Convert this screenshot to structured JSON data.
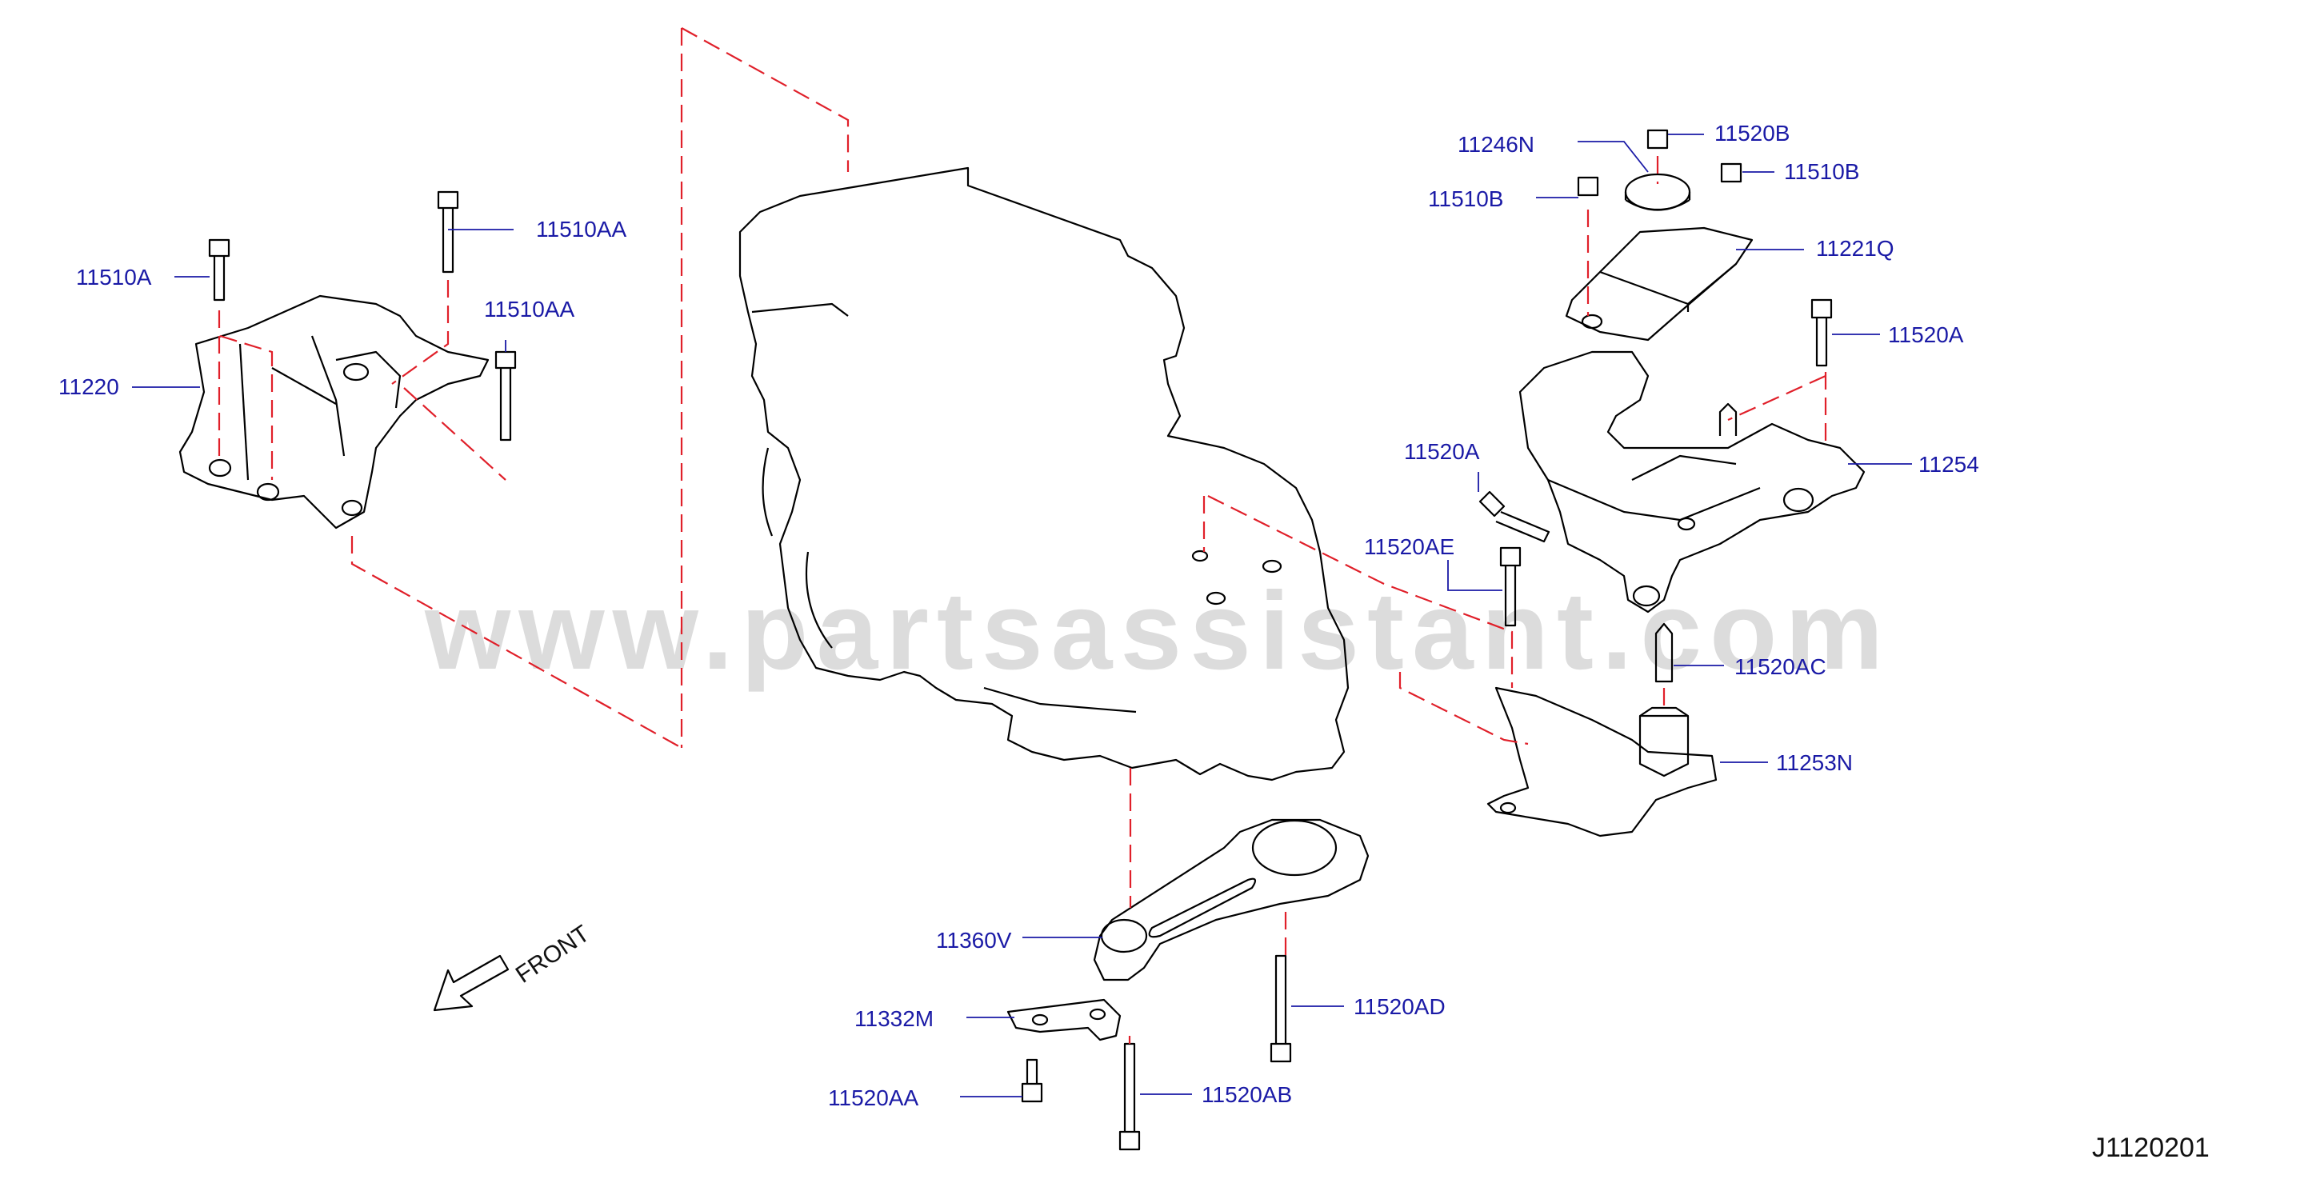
{
  "watermark": "www.partsassistant.com",
  "diagram_id": "J1120201",
  "front_label": "FRONT",
  "colors": {
    "label": "#1a1aa6",
    "guide": "#e0202a",
    "line": "#000000",
    "watermark": "#dcdcdc"
  },
  "labels": {
    "p11510A": "11510A",
    "p11510AA_top": "11510AA",
    "p11510AA_right": "11510AA",
    "p11220": "11220",
    "p11246N": "11246N",
    "p11520B": "11520B",
    "p11510B_left": "11510B",
    "p11510B_right": "11510B",
    "p11221Q": "11221Q",
    "p11520A_right": "11520A",
    "p11254": "11254",
    "p11520A_left": "11520A",
    "p11520AE": "11520AE",
    "p11520AC": "11520AC",
    "p11253N": "11253N",
    "p11360V": "11360V",
    "p11332M": "11332M",
    "p11520AD": "11520AD",
    "p11520AA_bottom": "11520AA",
    "p11520AB": "11520AB"
  }
}
